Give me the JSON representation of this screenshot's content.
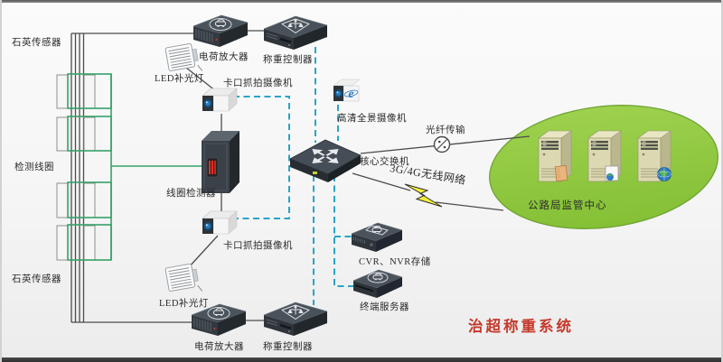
{
  "title": {
    "text": "治超称重系统"
  },
  "labels": {
    "quartz_sensor_top": "石英传感器",
    "detection_coil": "检测线圈",
    "quartz_sensor_bottom": "石英传感器",
    "charge_amplifier_top": "电荷放大器",
    "weighing_controller_top": "称重控制器",
    "led_light_top": "LED补光灯",
    "capture_camera_top": "卡口抓拍摄像机",
    "coil_detector": "线圈检测器",
    "capture_camera_bottom": "卡口抓拍摄像机",
    "led_light_bottom": "LED补光灯",
    "charge_amplifier_bottom": "电荷放大器",
    "weighing_controller_bottom": "称重控制器",
    "hd_panorama_camera": "高清全景摄像机",
    "core_switch": "核心交换机",
    "fiber_link": "光纤传输",
    "wireless_link": "3G/4G无线网络",
    "cvr_nvr_storage": "CVR、NVR存储",
    "terminal_server": "终端服务器",
    "monitor_center": "公路局监管中心"
  },
  "icons": {
    "ie_logo_glyph": "e",
    "vehicle_badge": "car-icon",
    "scale_badge": "scale-icon",
    "switch_badge": "four-way-arrows-icon",
    "fiber_symbol": "fiber-connector-icon",
    "wireless_symbol": "lightning-bolt-icon",
    "globe_symbol": "globe-icon"
  },
  "colors": {
    "dashed_link": "#2AA4C5",
    "coil_green": "#36A169",
    "title_red": "#C5392B",
    "center_ellipse": "#8CC63F",
    "lightning_yellow": "#F4EF3E"
  }
}
